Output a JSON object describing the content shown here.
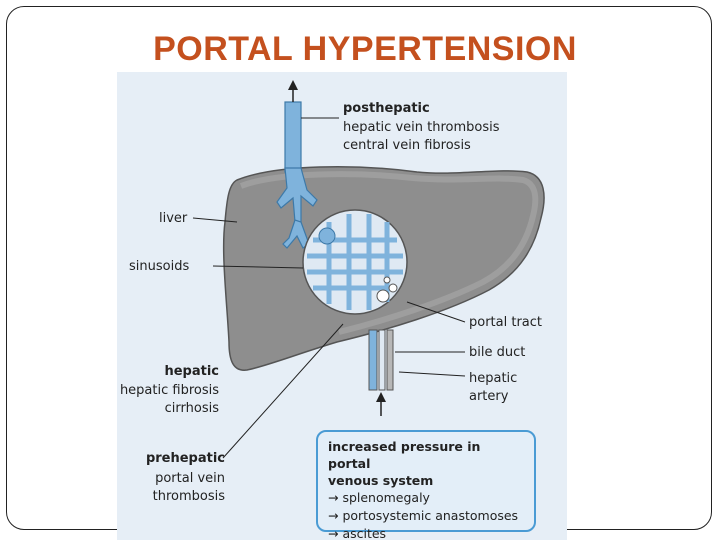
{
  "title": "PORTAL HYPERTENSION",
  "diagram": {
    "posthepatic": {
      "heading": "posthepatic",
      "causes": [
        "hepatic vein thrombosis",
        "central vein fibrosis"
      ]
    },
    "liver_label": "liver",
    "sinusoids_label": "sinusoids",
    "portal_tract_label": "portal tract",
    "bile_duct_label": "bile duct",
    "hepatic_artery_label": [
      "hepatic",
      "artery"
    ],
    "hepatic": {
      "heading": "hepatic",
      "causes": [
        "hepatic fibrosis",
        "cirrhosis"
      ]
    },
    "prehepatic": {
      "heading": "prehepatic",
      "causes": [
        "portal vein",
        "thrombosis"
      ]
    },
    "consequences": {
      "heading_lines": [
        "increased pressure in portal",
        "venous system"
      ],
      "items": [
        "→ splenomegaly",
        "→ portosystemic anastomoses",
        "→ ascites"
      ]
    }
  },
  "colors": {
    "title": "#c4501e",
    "liver": "#8e8e8e",
    "vein": "#7fb3dc",
    "box_border": "#4a9bd4",
    "figure_background": "#e6eef6"
  }
}
